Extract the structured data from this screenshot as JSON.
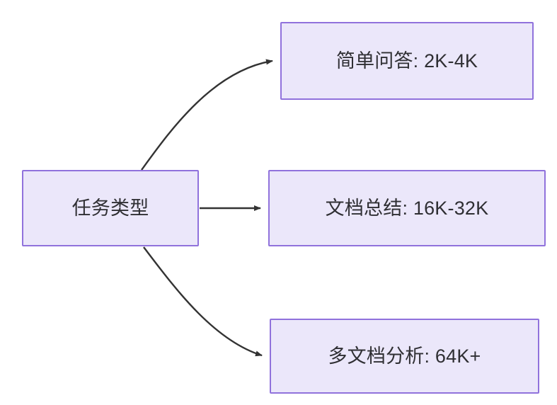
{
  "diagram": {
    "type": "flowchart",
    "direction": "left-to-right",
    "background_color": "#ffffff",
    "node_fill_color": "#EBE7FA",
    "node_border_color": "#9072DC",
    "node_text_color": "#2f2f33",
    "edge_color": "#333333",
    "source_node": {
      "id": "task-type",
      "label": "任务类型"
    },
    "target_nodes": [
      {
        "id": "simple-qa",
        "label": "简单问答: 2K-4K"
      },
      {
        "id": "doc-summary",
        "label": "文档总结: 16K-32K"
      },
      {
        "id": "multi-doc",
        "label": "多文档分析: 64K+"
      }
    ],
    "edges": [
      {
        "id": "edge-to-simple-qa",
        "from": "任务类型",
        "to": "简单问答: 2K-4K",
        "style": "curved",
        "arrowhead": "filled-triangle"
      },
      {
        "id": "edge-to-doc-summary",
        "from": "任务类型",
        "to": "文档总结: 16K-32K",
        "style": "straight",
        "arrowhead": "filled-triangle"
      },
      {
        "id": "edge-to-multi-doc",
        "from": "任务类型",
        "to": "多文档分析: 64K+",
        "style": "curved",
        "arrowhead": "filled-triangle"
      }
    ]
  }
}
